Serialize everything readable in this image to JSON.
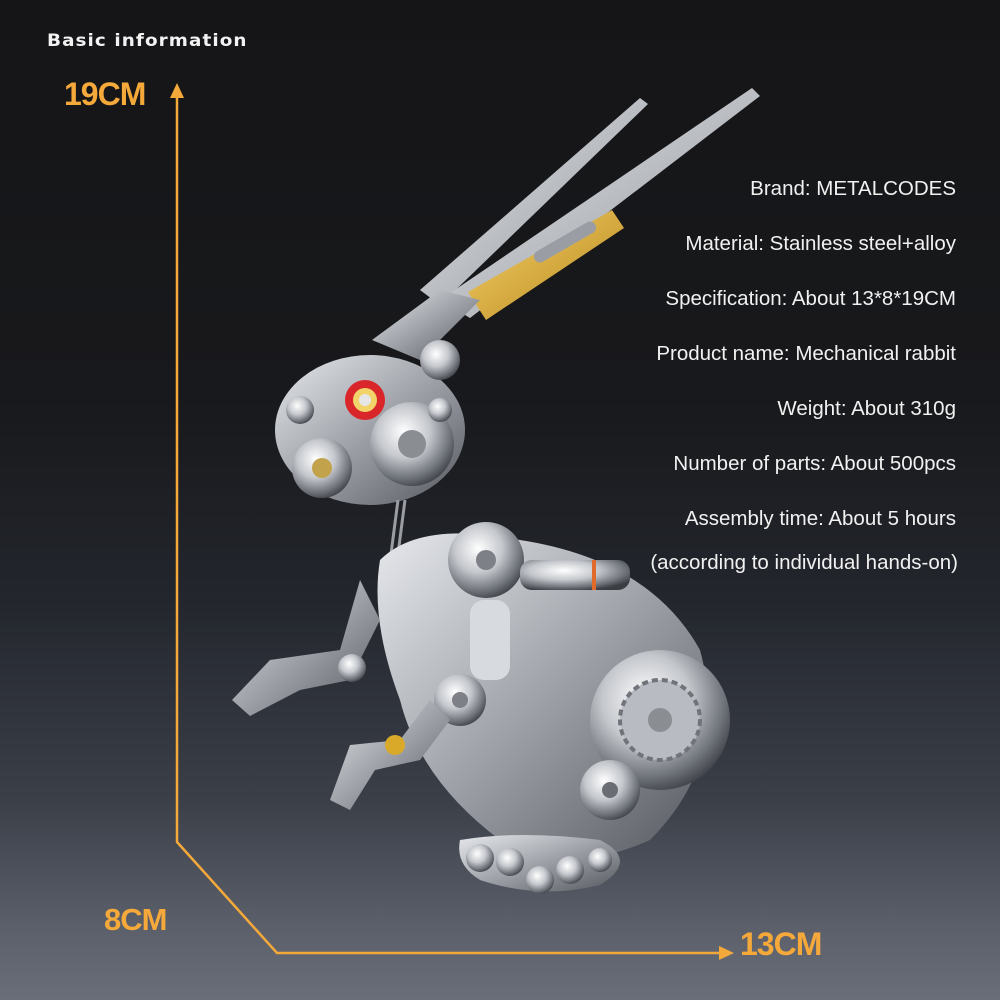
{
  "header": {
    "title": "Basic information"
  },
  "dimensions": {
    "height_label": "19CM",
    "depth_label": "8CM",
    "width_label": "13CM",
    "line_color": "#f5a93a"
  },
  "specs": [
    {
      "text": "Brand: METALCODES"
    },
    {
      "text": "Material: Stainless steel+alloy"
    },
    {
      "text": "Specification: About 13*8*19CM"
    },
    {
      "text": "Product name: Mechanical rabbit"
    },
    {
      "text": "Weight: About 310g"
    },
    {
      "text": "Number of parts: About 500pcs"
    },
    {
      "text": "Assembly time: About 5 hours"
    },
    {
      "text": "(according to individual hands-on)"
    }
  ],
  "product": {
    "image_subject": "mechanical-rabbit-model",
    "accent_colors": {
      "metal": "#c9ccd1",
      "gold": "#d9a92a",
      "eye_red": "#d8262a",
      "orange_ring": "#e06a2a"
    }
  },
  "background": {
    "top": "#151517",
    "bottom": "#6a6e78"
  }
}
